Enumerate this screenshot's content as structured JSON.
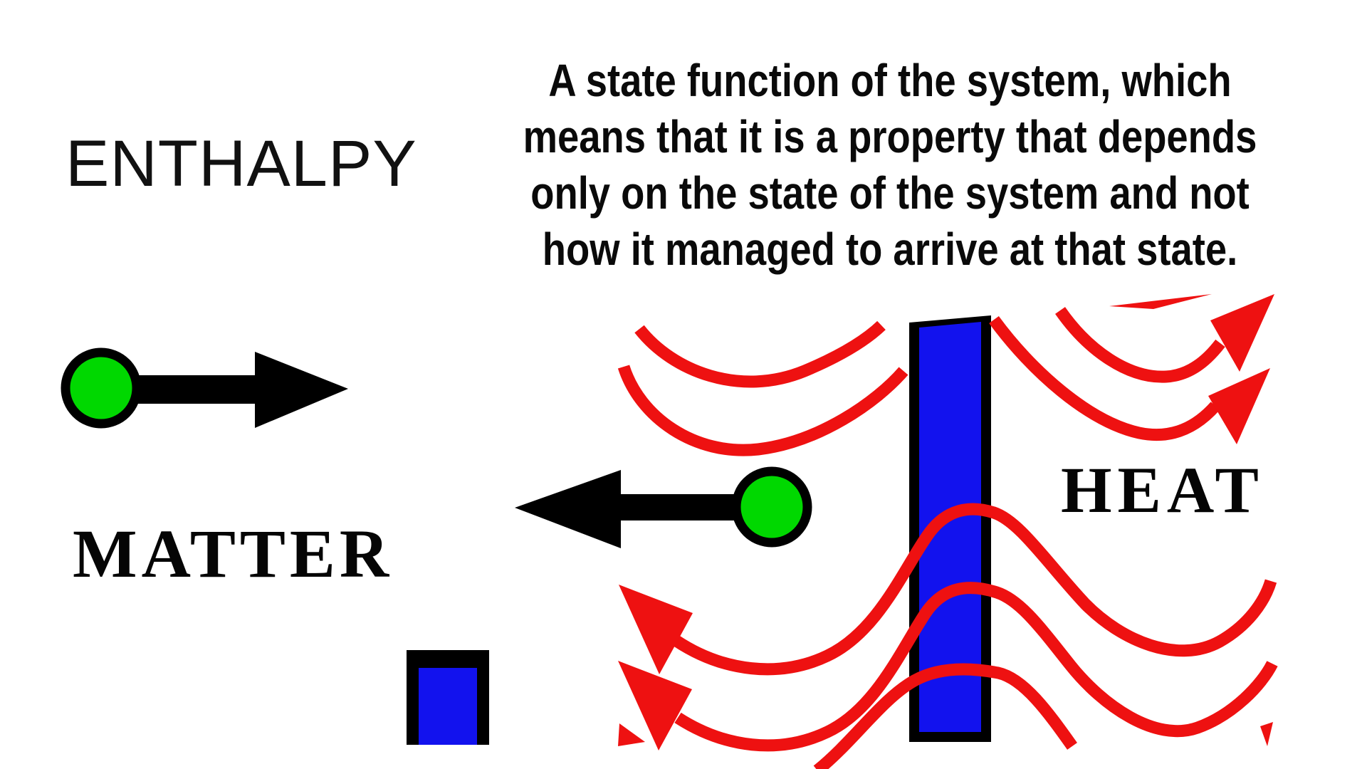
{
  "title": {
    "text": "ENTHALPY"
  },
  "definition": {
    "lines": [
      "A state function of the system, which",
      "means that it is a property that depends",
      "only on the state of the system and not",
      "how it managed to arrive at that state."
    ]
  },
  "labels": {
    "matter": "MATTER",
    "heat": "HEAT"
  },
  "icons": {
    "matter_out": "green-particle-arrow-right",
    "matter_in": "green-particle-arrow-left",
    "heat_flow": "red-wavy-arrows",
    "barrier": "blue-wall-bar",
    "matter_box": "blue-box"
  },
  "colors": {
    "green": "#00d800",
    "blue": "#1212ee",
    "red": "#ee1111",
    "black": "#000000",
    "text": "#111111",
    "bg": "#ffffff"
  }
}
